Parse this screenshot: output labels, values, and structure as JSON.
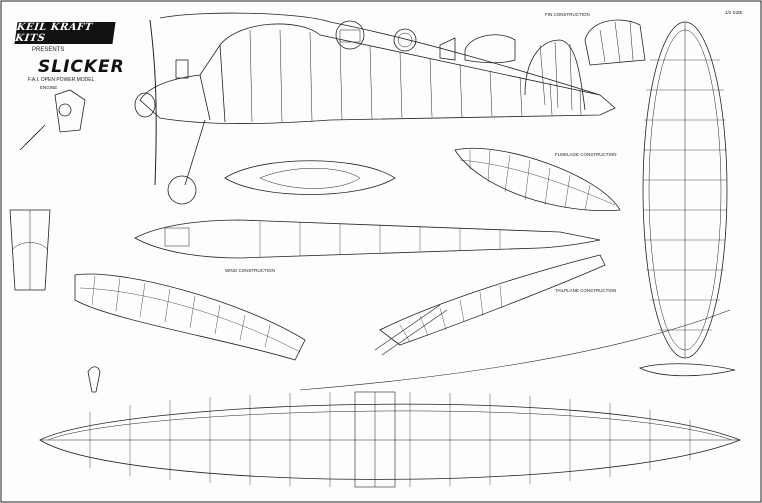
{
  "brand": {
    "logo_text": "KEIL KRAFT KITS",
    "presents": "PRESENTS"
  },
  "model": {
    "name": "SLICKER",
    "subtitle": "F.A.I. OPEN POWER MODEL"
  },
  "labels": {
    "fin_construction": "FIN CONSTRUCTION",
    "fuselage_construction": "FUSELAGE CONSTRUCTION",
    "wing_construction": "WING CONSTRUCTION",
    "tailplane_construction": "TAILPLANE CONSTRUCTION",
    "engine": "ENGINE",
    "half_size": "1/2 SIZE"
  }
}
